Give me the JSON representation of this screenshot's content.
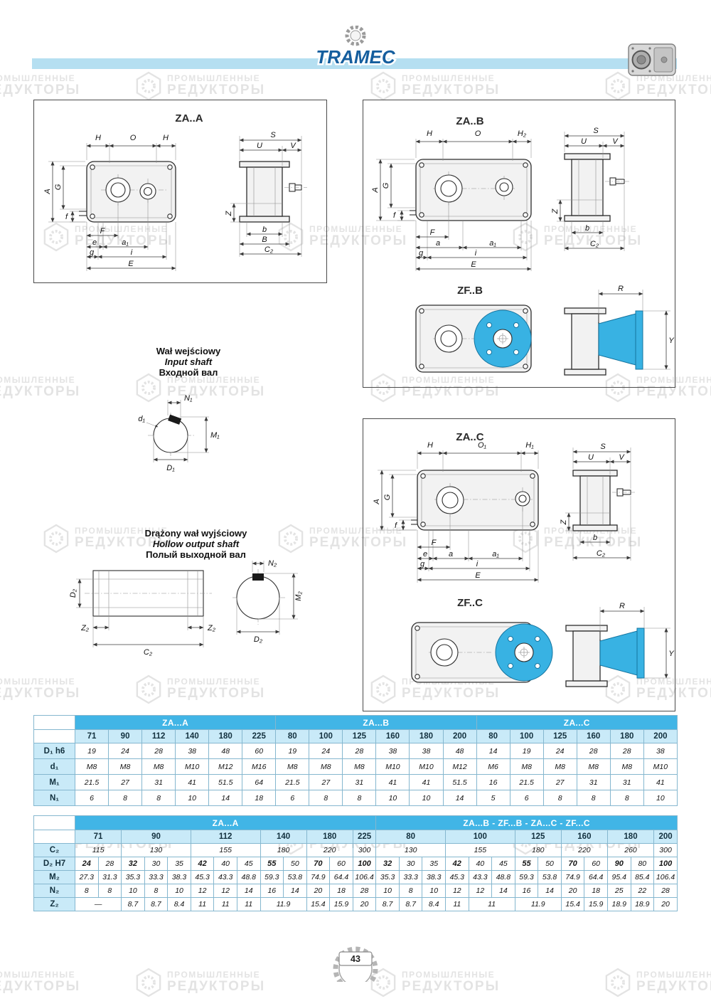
{
  "page": {
    "number": "43"
  },
  "brand": {
    "name": "TRAMEC"
  },
  "watermark": {
    "line1": "ПРОМЫШЛЕННЫЕ",
    "line2": "РЕДУКТОРЫ"
  },
  "sections": {
    "input_shaft": {
      "pl": "Wał wejściowy",
      "en": "Input shaft",
      "ru": "Входной вал"
    },
    "hollow_shaft": {
      "pl": "Drążony wał wyjściowy",
      "en": "Hollow output shaft",
      "ru": "Полый выходной вал"
    }
  },
  "panels": {
    "za_a": {
      "title": "ZA..A",
      "dims": {
        "H1": "H",
        "O": "O",
        "H2": "H",
        "A": "A",
        "G": "G",
        "f": "f",
        "F": "F",
        "e": "e",
        "a1": "a₁",
        "g": "g",
        "i": "i",
        "E": "E",
        "S": "S",
        "U": "U",
        "V": "V",
        "Z": "Z",
        "b": "b",
        "B": "B",
        "C2": "C₂"
      }
    },
    "za_b": {
      "title": "ZA..B",
      "dims": {
        "H": "H",
        "O": "O",
        "H2": "H₂",
        "A": "A",
        "G": "G",
        "f": "f",
        "F": "F",
        "a": "a",
        "a1": "a₁",
        "g": "g",
        "i": "i",
        "E": "E",
        "S": "S",
        "U": "U",
        "V": "V",
        "Z": "Z",
        "b": "b",
        "C2": "C₂"
      }
    },
    "zf_b": {
      "title": "ZF..B",
      "d ims": {},
      "dims": {
        "R": "R",
        "Y": "Y"
      }
    },
    "za_c": {
      "title": "ZA..C",
      "dims": {
        "H": "H",
        "O1": "O₁",
        "H1": "H₁",
        "A": "A",
        "G": "G",
        "f": "f",
        "F": "F",
        "e": "e",
        "a": "a",
        "a1": "a₁",
        "g": "g",
        "i": "i",
        "E": "E",
        "S": "S",
        "U": "U",
        "V": "V",
        "Z": "Z",
        "b": "b",
        "C2": "C₂"
      }
    },
    "zf_c": {
      "title": "ZF..C",
      "dims": {
        "R": "R",
        "Y": "Y"
      }
    }
  },
  "shaft_labels": {
    "input": {
      "N1": "N₁",
      "d1": "d₁",
      "M1": "M₁",
      "D1": "D₁"
    },
    "hollow": {
      "D2l": "D₂",
      "Z2l": "Z₂",
      "Z2r": "Z₂",
      "C2": "C₂",
      "N2": "N₂",
      "M2": "M₂",
      "D2c": "D₂"
    }
  },
  "table1": {
    "groups": [
      {
        "label": "ZA...A",
        "span": 6
      },
      {
        "label": "ZA...B",
        "span": 6
      },
      {
        "label": "ZA...C",
        "span": 6
      }
    ],
    "sizes": [
      {
        "t": "71"
      },
      {
        "t": "90"
      },
      {
        "t": "112"
      },
      {
        "t": "140"
      },
      {
        "t": "180"
      },
      {
        "t": "225"
      },
      {
        "t": "80"
      },
      {
        "t": "100"
      },
      {
        "t": "125"
      },
      {
        "t": "160"
      },
      {
        "t": "180"
      },
      {
        "t": "200"
      },
      {
        "t": "80"
      },
      {
        "t": "100"
      },
      {
        "t": "125"
      },
      {
        "t": "160"
      },
      {
        "t": "180"
      },
      {
        "t": "200"
      }
    ],
    "rows": [
      {
        "label": "D₁ h6",
        "cells": [
          {
            "t": "19"
          },
          {
            "t": "24"
          },
          {
            "t": "28"
          },
          {
            "t": "38"
          },
          {
            "t": "48"
          },
          {
            "t": "60"
          },
          {
            "t": "19"
          },
          {
            "t": "24"
          },
          {
            "t": "28"
          },
          {
            "t": "38"
          },
          {
            "t": "38"
          },
          {
            "t": "48"
          },
          {
            "t": "14"
          },
          {
            "t": "19"
          },
          {
            "t": "24"
          },
          {
            "t": "28"
          },
          {
            "t": "28"
          },
          {
            "t": "38"
          }
        ]
      },
      {
        "label": "d₁",
        "cells": [
          {
            "t": "M8"
          },
          {
            "t": "M8"
          },
          {
            "t": "M8"
          },
          {
            "t": "M10"
          },
          {
            "t": "M12"
          },
          {
            "t": "M16"
          },
          {
            "t": "M8"
          },
          {
            "t": "M8"
          },
          {
            "t": "M8"
          },
          {
            "t": "M10"
          },
          {
            "t": "M10"
          },
          {
            "t": "M12"
          },
          {
            "t": "M6"
          },
          {
            "t": "M8"
          },
          {
            "t": "M8"
          },
          {
            "t": "M8"
          },
          {
            "t": "M8"
          },
          {
            "t": "M10"
          }
        ]
      },
      {
        "label": "M₁",
        "cells": [
          {
            "t": "21.5"
          },
          {
            "t": "27"
          },
          {
            "t": "31"
          },
          {
            "t": "41"
          },
          {
            "t": "51.5"
          },
          {
            "t": "64"
          },
          {
            "t": "21.5"
          },
          {
            "t": "27"
          },
          {
            "t": "31"
          },
          {
            "t": "41"
          },
          {
            "t": "41"
          },
          {
            "t": "51.5"
          },
          {
            "t": "16"
          },
          {
            "t": "21.5"
          },
          {
            "t": "27"
          },
          {
            "t": "31"
          },
          {
            "t": "31"
          },
          {
            "t": "41"
          }
        ]
      },
      {
        "label": "N₁",
        "cells": [
          {
            "t": "6"
          },
          {
            "t": "8"
          },
          {
            "t": "8"
          },
          {
            "t": "10"
          },
          {
            "t": "14"
          },
          {
            "t": "18"
          },
          {
            "t": "6"
          },
          {
            "t": "8"
          },
          {
            "t": "8"
          },
          {
            "t": "10"
          },
          {
            "t": "10"
          },
          {
            "t": "14"
          },
          {
            "t": "5"
          },
          {
            "t": "6"
          },
          {
            "t": "8"
          },
          {
            "t": "8"
          },
          {
            "t": "8"
          },
          {
            "t": "10"
          }
        ]
      }
    ]
  },
  "table2": {
    "groups": [
      {
        "label": "ZA...A",
        "span": 13
      },
      {
        "label": "ZA...B - ZF...B - ZA...C - ZF...C",
        "span": 13
      }
    ],
    "sizes": [
      {
        "t": "71",
        "s": 2
      },
      {
        "t": "90",
        "s": 3
      },
      {
        "t": "112",
        "s": 3
      },
      {
        "t": "140",
        "s": 2
      },
      {
        "t": "180",
        "s": 2
      },
      {
        "t": "225"
      },
      {
        "t": "80",
        "s": 3
      },
      {
        "t": "100",
        "s": 3
      },
      {
        "t": "125",
        "s": 2
      },
      {
        "t": "160",
        "s": 2
      },
      {
        "t": "180",
        "s": 2
      },
      {
        "t": "200"
      }
    ],
    "rows": [
      {
        "label": "C₂",
        "cells": [
          {
            "t": "115",
            "s": 2
          },
          {
            "t": "130",
            "s": 3
          },
          {
            "t": "155",
            "s": 3
          },
          {
            "t": "180",
            "s": 2
          },
          {
            "t": "220",
            "s": 2
          },
          {
            "t": "300"
          },
          {
            "t": "130",
            "s": 3
          },
          {
            "t": "155",
            "s": 3
          },
          {
            "t": "180",
            "s": 2
          },
          {
            "t": "220",
            "s": 2
          },
          {
            "t": "260",
            "s": 2
          },
          {
            "t": "300"
          }
        ]
      },
      {
        "label": "D₂ H7",
        "cells": [
          {
            "t": "24",
            "b": 1
          },
          {
            "t": "28"
          },
          {
            "t": "32",
            "b": 1
          },
          {
            "t": "30"
          },
          {
            "t": "35"
          },
          {
            "t": "42",
            "b": 1
          },
          {
            "t": "40"
          },
          {
            "t": "45"
          },
          {
            "t": "55",
            "b": 1
          },
          {
            "t": "50"
          },
          {
            "t": "70",
            "b": 1
          },
          {
            "t": "60"
          },
          {
            "t": "100",
            "b": 1
          },
          {
            "t": "32",
            "b": 1
          },
          {
            "t": "30"
          },
          {
            "t": "35"
          },
          {
            "t": "42",
            "b": 1
          },
          {
            "t": "40"
          },
          {
            "t": "45"
          },
          {
            "t": "55",
            "b": 1
          },
          {
            "t": "50"
          },
          {
            "t": "70",
            "b": 1
          },
          {
            "t": "60"
          },
          {
            "t": "90",
            "b": 1
          },
          {
            "t": "80"
          },
          {
            "t": "100",
            "b": 1
          }
        ]
      },
      {
        "label": "M₂",
        "cells": [
          {
            "t": "27.3"
          },
          {
            "t": "31.3"
          },
          {
            "t": "35.3"
          },
          {
            "t": "33.3"
          },
          {
            "t": "38.3"
          },
          {
            "t": "45.3"
          },
          {
            "t": "43.3"
          },
          {
            "t": "48.8"
          },
          {
            "t": "59.3"
          },
          {
            "t": "53.8"
          },
          {
            "t": "74.9"
          },
          {
            "t": "64.4"
          },
          {
            "t": "106.4"
          },
          {
            "t": "35.3"
          },
          {
            "t": "33.3"
          },
          {
            "t": "38.3"
          },
          {
            "t": "45.3"
          },
          {
            "t": "43.3"
          },
          {
            "t": "48.8"
          },
          {
            "t": "59.3"
          },
          {
            "t": "53.8"
          },
          {
            "t": "74.9"
          },
          {
            "t": "64.4"
          },
          {
            "t": "95.4"
          },
          {
            "t": "85.4"
          },
          {
            "t": "106.4"
          }
        ]
      },
      {
        "label": "N₂",
        "cells": [
          {
            "t": "8"
          },
          {
            "t": "8"
          },
          {
            "t": "10"
          },
          {
            "t": "8"
          },
          {
            "t": "10"
          },
          {
            "t": "12"
          },
          {
            "t": "12"
          },
          {
            "t": "14"
          },
          {
            "t": "16"
          },
          {
            "t": "14"
          },
          {
            "t": "20"
          },
          {
            "t": "18"
          },
          {
            "t": "28"
          },
          {
            "t": "10"
          },
          {
            "t": "8"
          },
          {
            "t": "10"
          },
          {
            "t": "12"
          },
          {
            "t": "12"
          },
          {
            "t": "14"
          },
          {
            "t": "16"
          },
          {
            "t": "14"
          },
          {
            "t": "20"
          },
          {
            "t": "18"
          },
          {
            "t": "25"
          },
          {
            "t": "22"
          },
          {
            "t": "28"
          }
        ]
      },
      {
        "label": "Z₂",
        "cells": [
          {
            "t": "—",
            "s": 2
          },
          {
            "t": "8.7"
          },
          {
            "t": "8.7"
          },
          {
            "t": "8.4"
          },
          {
            "t": "11"
          },
          {
            "t": "11"
          },
          {
            "t": "11"
          },
          {
            "t": "11.9",
            "s": 2
          },
          {
            "t": "15.4"
          },
          {
            "t": "15.9"
          },
          {
            "t": "20"
          },
          {
            "t": "8.7"
          },
          {
            "t": "8.7"
          },
          {
            "t": "8.4"
          },
          {
            "t": "11"
          },
          {
            "t": "11",
            "s": 2
          },
          {
            "t": "11.9",
            "s": 2
          },
          {
            "t": "15.4"
          },
          {
            "t": "15.9"
          },
          {
            "t": "18.9"
          },
          {
            "t": "18.9"
          },
          {
            "t": "20"
          }
        ]
      }
    ]
  }
}
